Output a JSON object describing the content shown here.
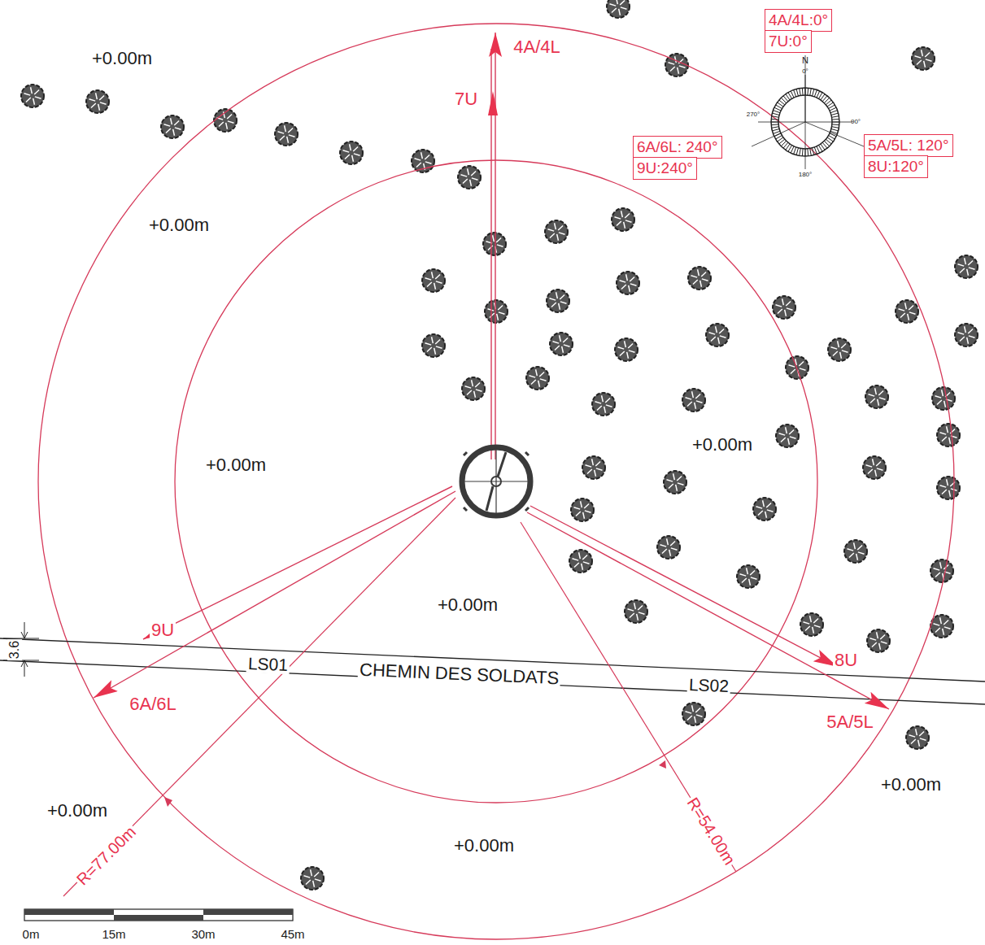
{
  "diagram": {
    "nodes": [
      {
        "text": [
          "4A/4L:0°"
        ]
      },
      {
        "text": [
          "7U:0°"
        ]
      },
      {
        "text": [
          "6A/6L: 240°"
        ]
      },
      {
        "text": [
          "9U:240°"
        ]
      },
      {
        "text": [
          "5A/5L: 120°"
        ]
      },
      {
        "text": [
          "8U:120°"
        ]
      }
    ],
    "labels": [
      "+0.00m",
      "+0.00m",
      "+0.00m",
      "+0.00m",
      "+0.00m",
      "+0.00m",
      "+0.00m",
      "+0.00m",
      "4A/4L",
      "7U",
      "9U",
      "6A/6L",
      "8U",
      "5A/5L",
      "LS01",
      "CHEMIN DES SOLDATS",
      "LS02",
      "R=77.00m",
      "R=54.00m",
      "3.6",
      "N",
      "0°",
      "90°",
      "180°",
      "270°",
      "0m",
      "15m",
      "30m",
      "45m"
    ]
  }
}
